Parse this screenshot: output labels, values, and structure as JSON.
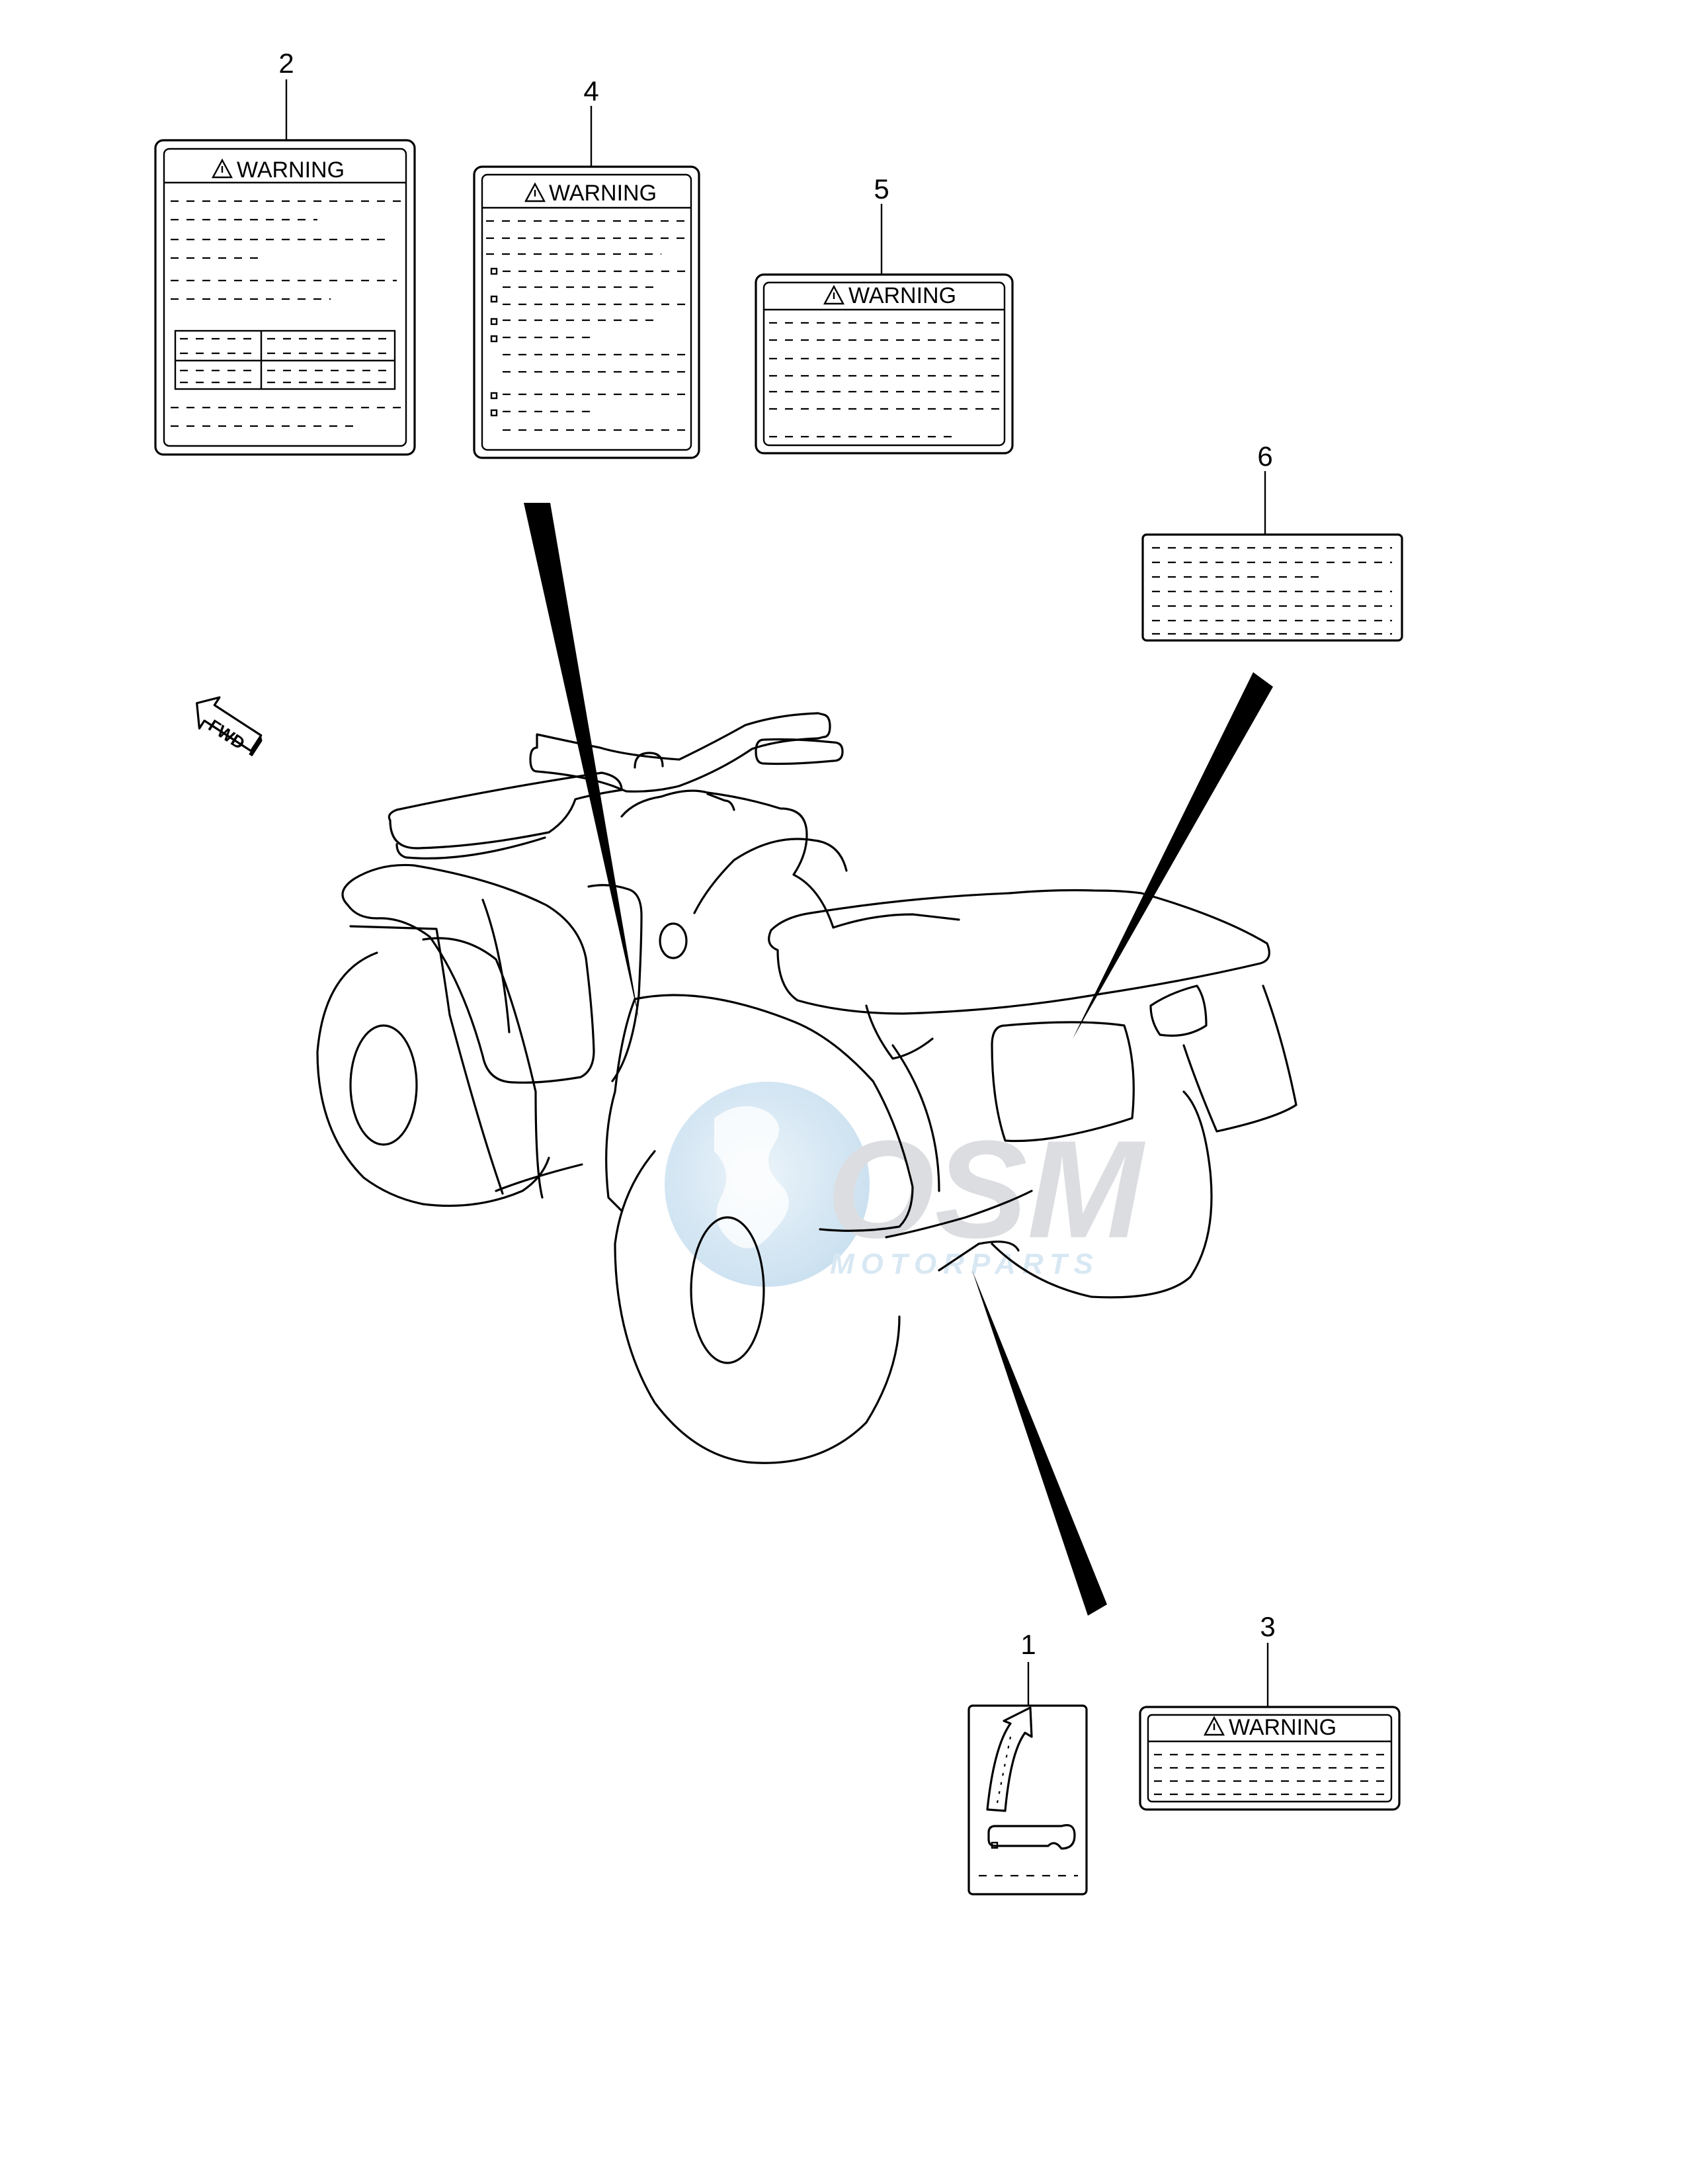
{
  "callouts": [
    "1",
    "2",
    "3",
    "4",
    "5",
    "6"
  ],
  "warning_text": "WARNING",
  "fwd_text": "FWD",
  "watermark": {
    "big": "OSM",
    "small": "MOTORPARTS"
  }
}
